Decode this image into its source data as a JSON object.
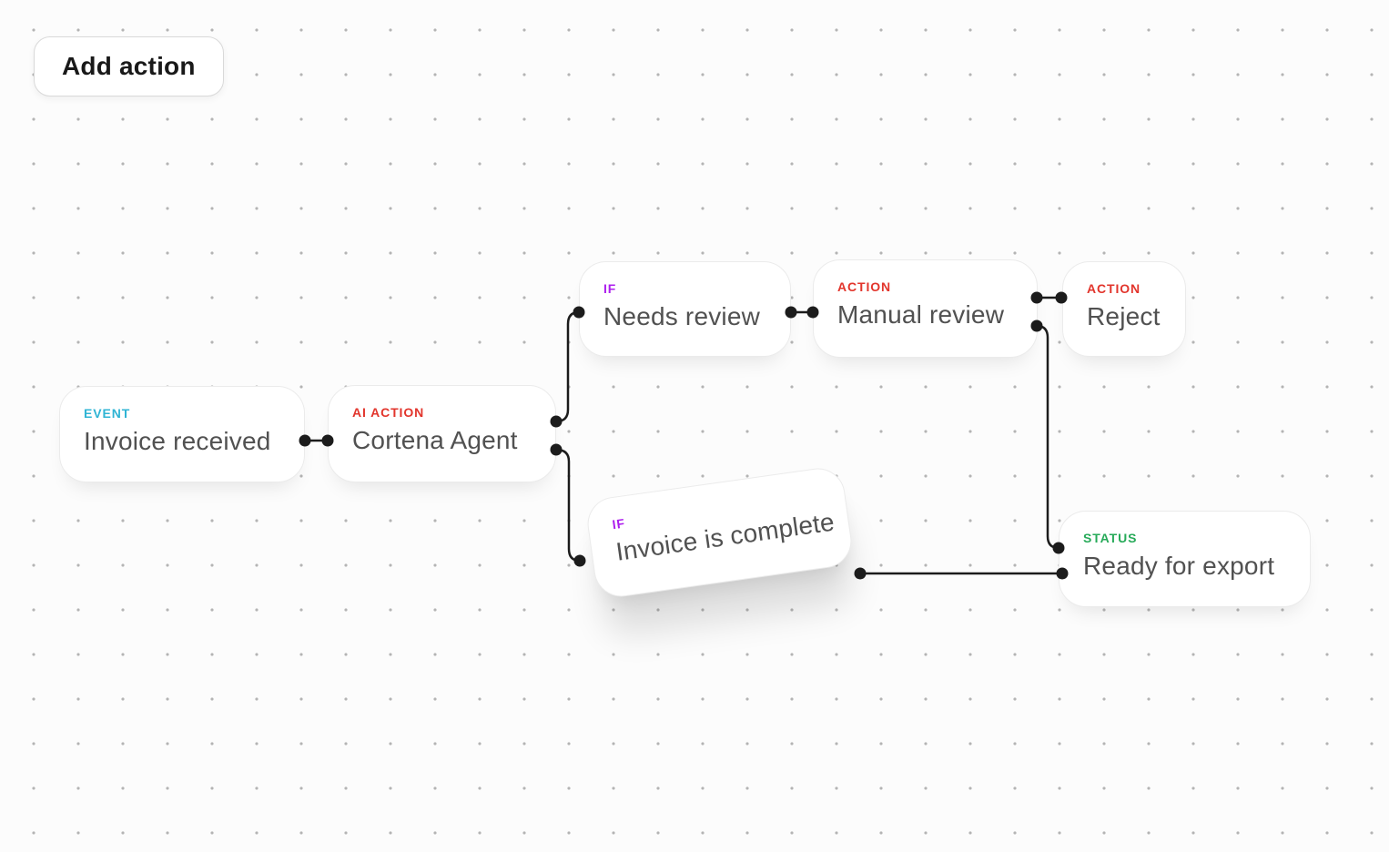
{
  "toolbar": {
    "add_action_label": "Add action"
  },
  "colors": {
    "event_label": "#2fb4d4",
    "action_label": "#e2352c",
    "if_label": "#ad1fee",
    "status_label": "#27aa59",
    "connector": "#1c1c1c",
    "node_title": "#515151",
    "canvas_background": "#fcfcfc",
    "grid_dot": "#b4b4b4"
  },
  "nodes": {
    "invoice_received": {
      "type_label": "EVENT",
      "title": "Invoice received"
    },
    "cortena_agent": {
      "type_label": "AI ACTION",
      "title": "Cortena Agent"
    },
    "needs_review": {
      "type_label": "IF",
      "title": "Needs review"
    },
    "manual_review": {
      "type_label": "ACTION",
      "title": "Manual review"
    },
    "reject": {
      "type_label": "ACTION",
      "title": "Reject"
    },
    "invoice_is_complete": {
      "type_label": "IF",
      "title": "Invoice is complete",
      "state": "dragging"
    },
    "ready_for_export": {
      "type_label": "STATUS",
      "title": "Ready for export"
    }
  },
  "connections": [
    {
      "from": "invoice_received",
      "to": "cortena_agent"
    },
    {
      "from": "cortena_agent",
      "to": "needs_review"
    },
    {
      "from": "cortena_agent",
      "to": "invoice_is_complete"
    },
    {
      "from": "needs_review",
      "to": "manual_review"
    },
    {
      "from": "manual_review",
      "to": "reject"
    },
    {
      "from": "manual_review",
      "to": "ready_for_export"
    },
    {
      "from": "invoice_is_complete",
      "to": "ready_for_export"
    }
  ]
}
